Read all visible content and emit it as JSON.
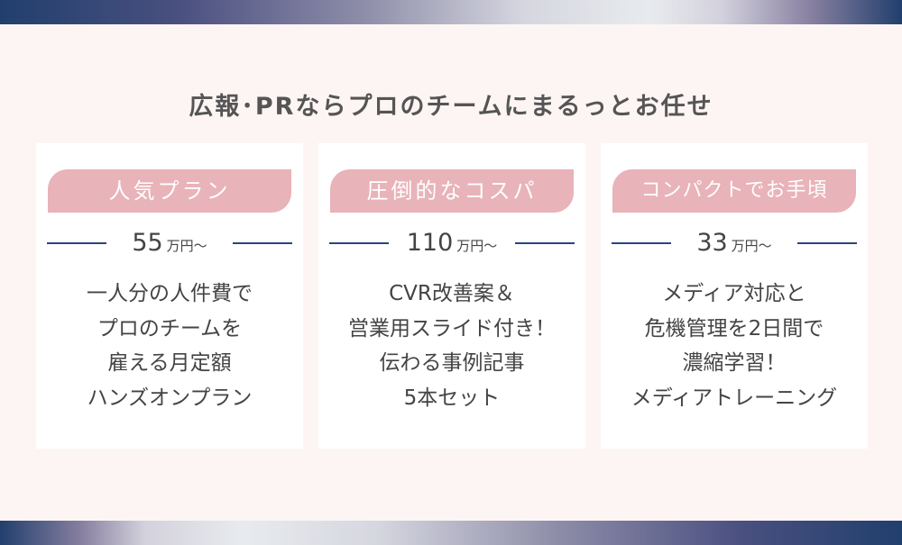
{
  "title": "広報･PRならプロのチームにまるっとお任せ",
  "plans": [
    {
      "badge": "人気プラン",
      "price": "55",
      "unit": "万円～",
      "lines": [
        "一人分の人件費で",
        "プロのチームを",
        "雇える月定額",
        "ハンズオンプラン"
      ]
    },
    {
      "badge": "圧倒的なコスパ",
      "price": "110",
      "unit": "万円～",
      "lines": [
        "CVR改善案＆",
        "営業用スライド付き！",
        "伝わる事例記事",
        "5本セット"
      ]
    },
    {
      "badge": "コンパクトでお手頃",
      "price": "33",
      "unit": "万円～",
      "lines": [
        "メディア対応と",
        "危機管理を2日間で",
        "濃縮学習！",
        "メディアトレーニング"
      ]
    }
  ]
}
